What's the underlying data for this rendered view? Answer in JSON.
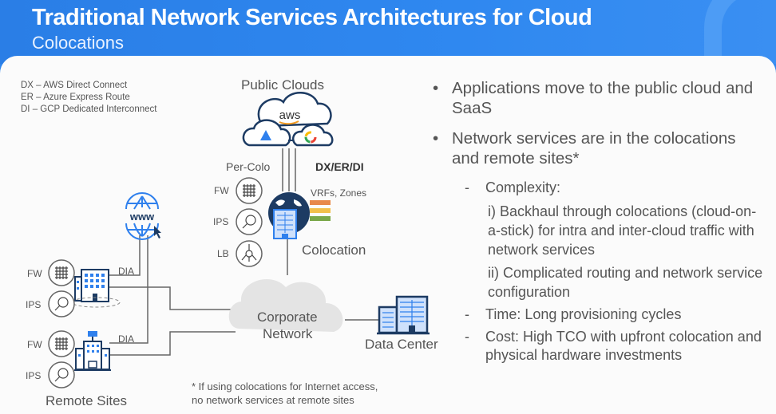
{
  "header": {
    "title": "Traditional Network Services Architectures for Cloud",
    "subtitle": "Colocations"
  },
  "legend": [
    "DX – AWS Direct Connect",
    "ER – Azure Express Route",
    "DI – GCP Dedicated Interconnect"
  ],
  "diagram": {
    "public_clouds_label": "Public Clouds",
    "aws_label": "aws",
    "per_colo_label": "Per-Colo",
    "connect_label": "DX/ER/DI",
    "vrfs_label": "VRFs, Zones",
    "colocation_label": "Colocation",
    "colo_services": [
      "FW",
      "IPS",
      "LB"
    ],
    "www_label": "www",
    "dia_label": "DIA",
    "site1_services": [
      "FW",
      "IPS"
    ],
    "site2_services": [
      "FW",
      "IPS"
    ],
    "remote_sites_label": "Remote Sites",
    "corporate_network_label_1": "Corporate",
    "corporate_network_label_2": "Network",
    "data_center_label": "Data Center",
    "footnote_1": "* If using colocations for Internet access,",
    "footnote_2": "no network services at remote sites",
    "vrf_colors": [
      "#e8894a",
      "#f2c04c",
      "#7aa84a"
    ],
    "icon_blue": "#2f80ed",
    "icon_navy": "#1d3b63"
  },
  "bullets": {
    "b1": "Applications move to the public cloud and SaaS",
    "b2": "Network services are in the colocations and remote sites*",
    "complexity": "Complexity:",
    "complexity_i": "i) Backhaul through colocations (cloud-on-a-stick) for intra and inter-cloud traffic with network services",
    "complexity_ii": "ii) Complicated routing and network service configuration",
    "time": "Time: Long provisioning cycles",
    "cost": "Cost: High TCO with upfront colocation and physical hardware investments",
    "dash": "-"
  }
}
